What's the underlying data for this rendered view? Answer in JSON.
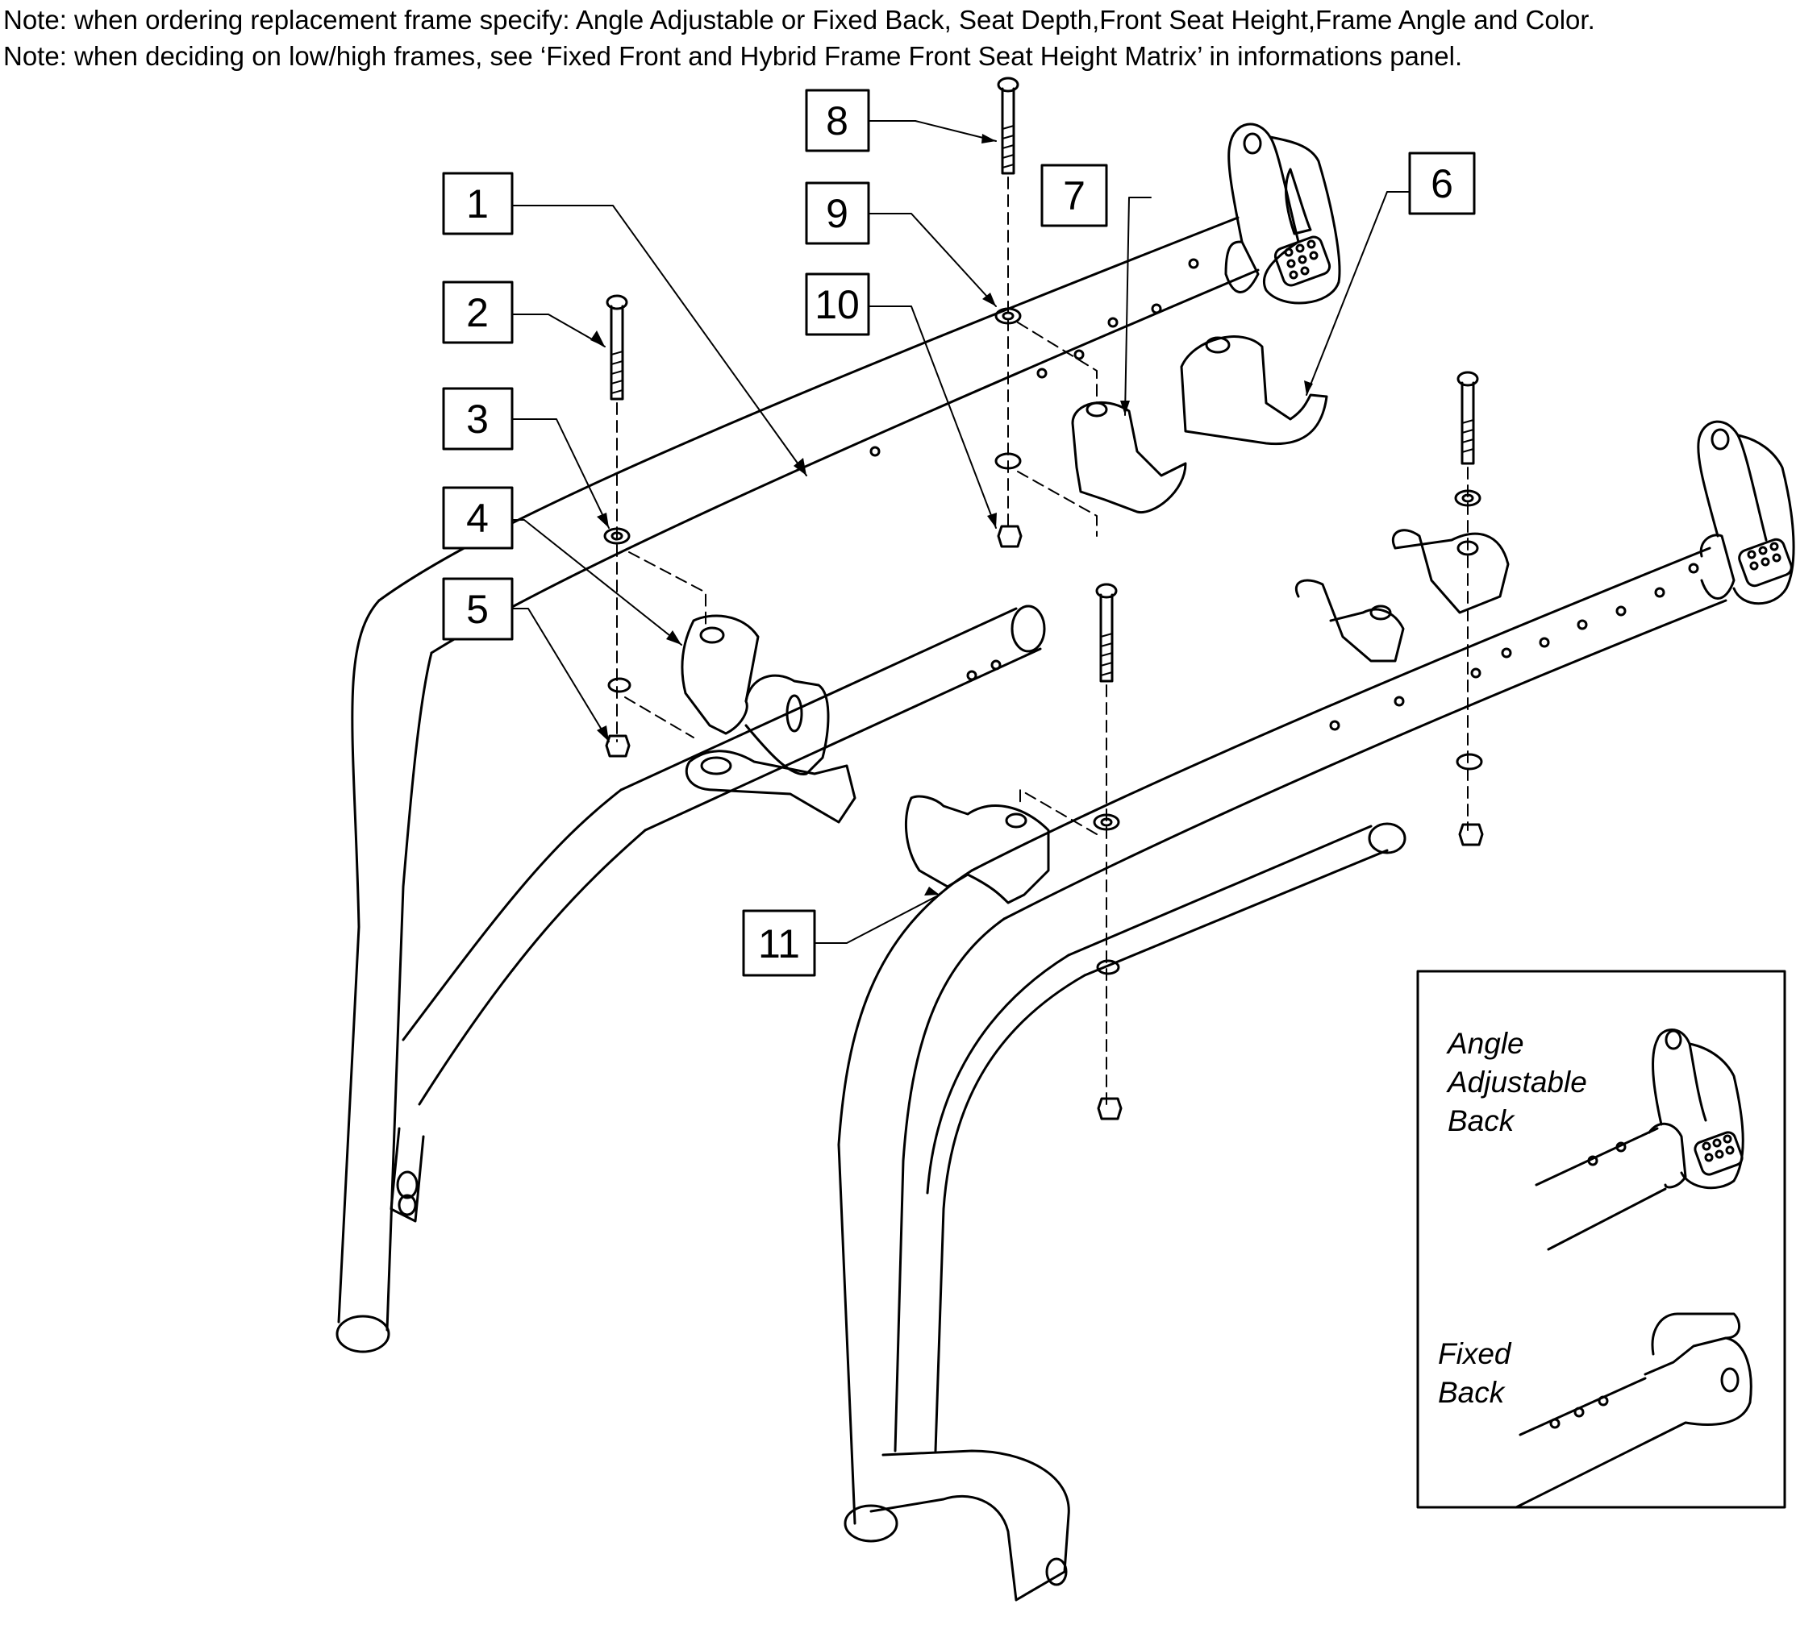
{
  "notes": [
    "Note: when ordering replacement frame specify: Angle Adjustable or Fixed Back, Seat Depth,Front Seat Height,Frame Angle and Color.",
    "Note: when deciding on low/high frames, see ‘Fixed Front and Hybrid Frame Front Seat Height Matrix’ in informations panel."
  ],
  "callouts": [
    "1",
    "2",
    "3",
    "4",
    "5",
    "6",
    "7",
    "8",
    "9",
    "10",
    "11"
  ],
  "inset": {
    "angle_line1": "Angle",
    "angle_line2": "Adjustable",
    "angle_line3": "Back",
    "fixed_line1": "Fixed",
    "fixed_line2": "Back"
  }
}
